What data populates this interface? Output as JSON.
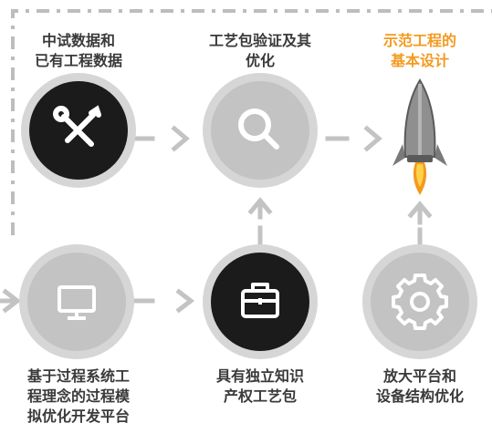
{
  "colors": {
    "dark": "#1b1b1b",
    "gray": "#c3c3c3",
    "gray_ring": "#d6d6d6",
    "text": "#3a3a3a",
    "highlight": "#f39a1e"
  },
  "steps": [
    {
      "label": "中试数据和\n已有工程数据",
      "icon": "tools-icon"
    },
    {
      "label": "工艺包验证及其\n优化",
      "icon": "magnifier-icon"
    },
    {
      "label": "示范工程的\n基本设计",
      "icon": "rocket-icon"
    },
    {
      "label": "基于过程系统工\n程理念的过程模\n拟优化开发平台",
      "icon": "monitor-icon"
    },
    {
      "label": "具有独立知识\n产权工艺包",
      "icon": "briefcase-icon"
    },
    {
      "label": "放大平台和\n设备结构优化",
      "icon": "gear-icon"
    }
  ]
}
